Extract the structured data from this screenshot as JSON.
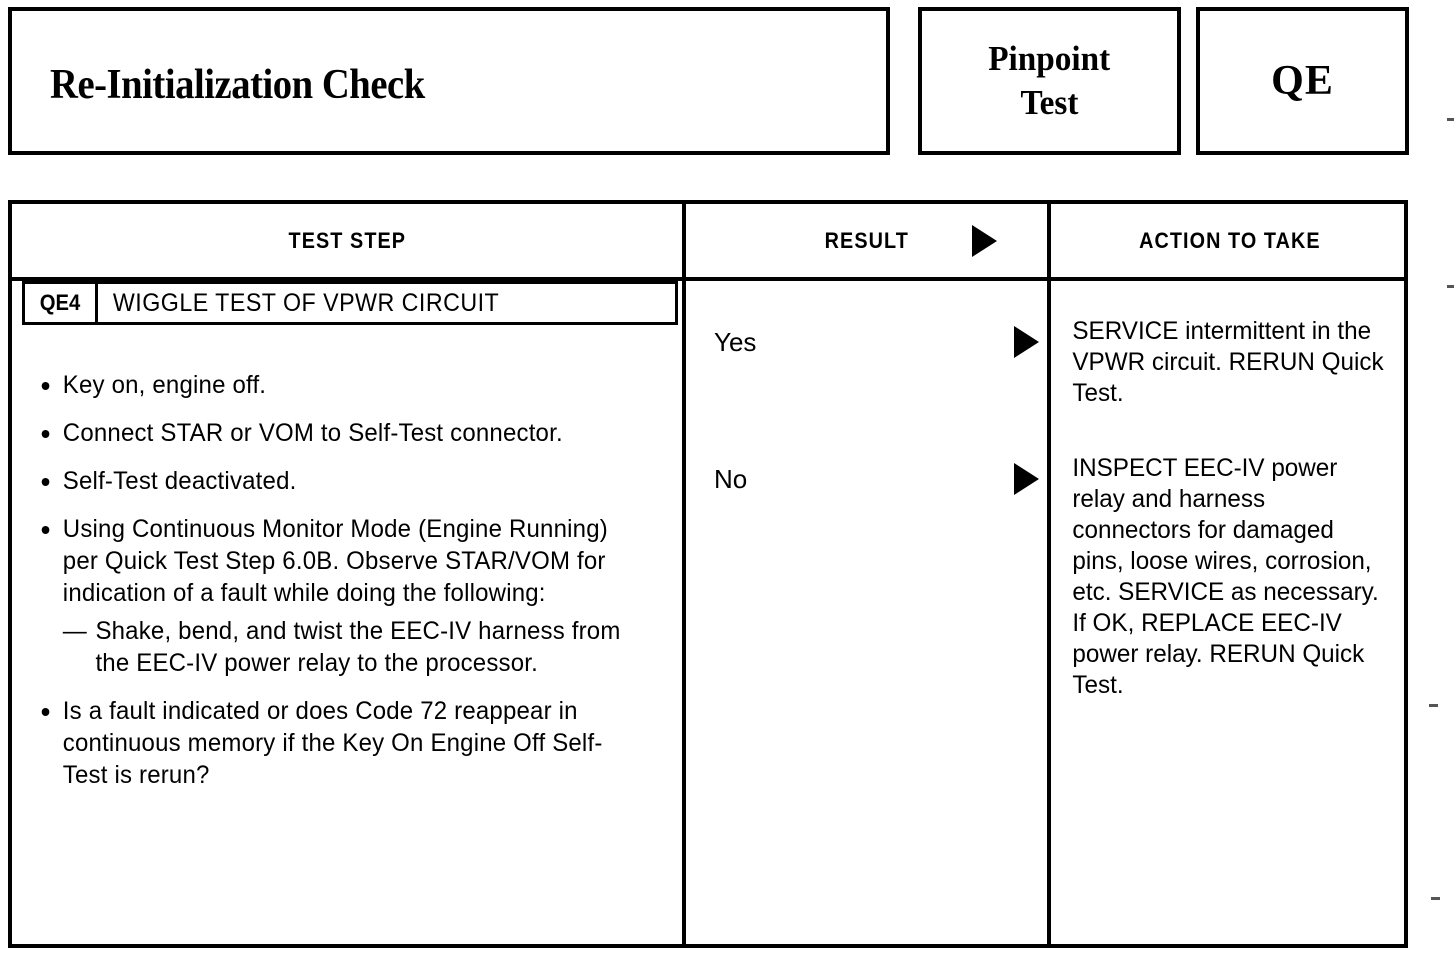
{
  "header": {
    "title": "Re-Initialization Check",
    "pinpoint_line1": "Pinpoint",
    "pinpoint_line2": "Test",
    "section_code": "QE"
  },
  "table": {
    "columns": {
      "test_step": "TEST STEP",
      "result": "RESULT",
      "action": "ACTION TO TAKE"
    },
    "step": {
      "id": "QE4",
      "title": "WIGGLE TEST OF VPWR CIRCUIT"
    },
    "test_step_items": [
      {
        "text": "Key on, engine off."
      },
      {
        "text": "Connect STAR or VOM to Self-Test connector."
      },
      {
        "text": "Self-Test deactivated."
      },
      {
        "text": "Using Continuous Monitor Mode (Engine Running) per Quick Test Step 6.0B. Observe STAR/VOM for indication of a fault while doing the following:",
        "sub": "Shake, bend, and twist the EEC-IV harness from the EEC-IV power relay to the processor."
      },
      {
        "text": "Is a fault indicated or does Code 72 reappear in continuous memory if the Key On Engine Off Self-Test is rerun?"
      }
    ],
    "branches": [
      {
        "result": "Yes",
        "action": "SERVICE intermittent in the VPWR circuit. RERUN Quick Test."
      },
      {
        "result": "No",
        "action": "INSPECT EEC-IV power relay and harness connectors for damaged pins, loose wires, corrosion, etc. SERVICE as necessary. If OK, REPLACE EEC-IV power relay. RERUN Quick Test."
      }
    ]
  },
  "icons": {
    "arrow_header": "right-triangle-icon",
    "arrow_yes": "right-triangle-icon",
    "arrow_no": "right-triangle-icon"
  },
  "colors": {
    "ink": "#000000",
    "paper": "#ffffff"
  }
}
